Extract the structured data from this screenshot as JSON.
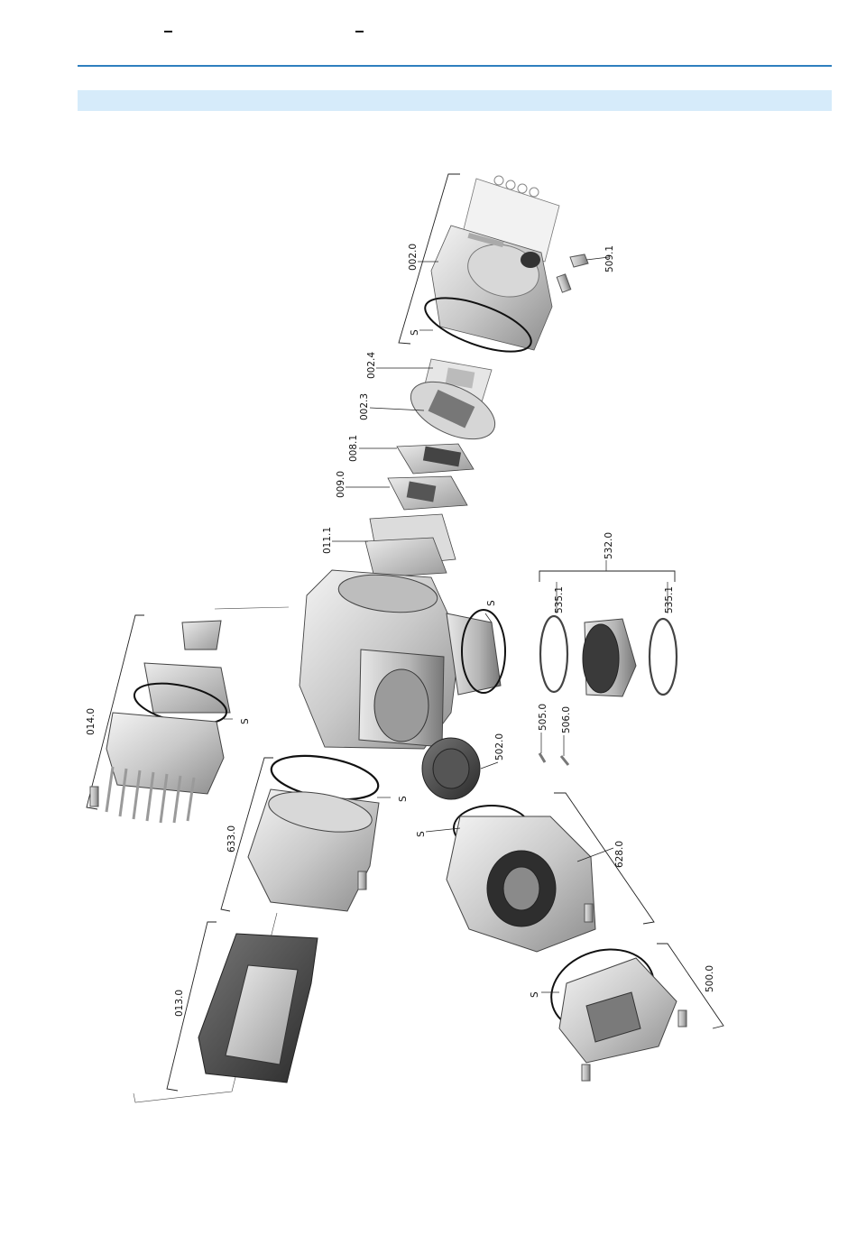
{
  "labels": {
    "l_002_0": "002.0",
    "l_509_1": "509.1",
    "l_s_top": "S",
    "l_002_4": "002.4",
    "l_002_3": "002.3",
    "l_008_1": "008.1",
    "l_009_0": "009.0",
    "l_011_1": "011.1",
    "l_s_housing": "S",
    "l_532_0": "532.0",
    "l_535_1_left": "535.1",
    "l_535_1_right": "535.1",
    "l_014_0": "014.0",
    "l_s_014": "S",
    "l_505_0": "505.0",
    "l_506_0": "506.0",
    "l_502_0": "502.0",
    "l_633_0": "633.0",
    "l_s_633": "S",
    "l_s_628": "S",
    "l_628_0": "628.0",
    "l_013_0": "013.0",
    "l_s_500": "S",
    "l_500_0": "500.0"
  }
}
